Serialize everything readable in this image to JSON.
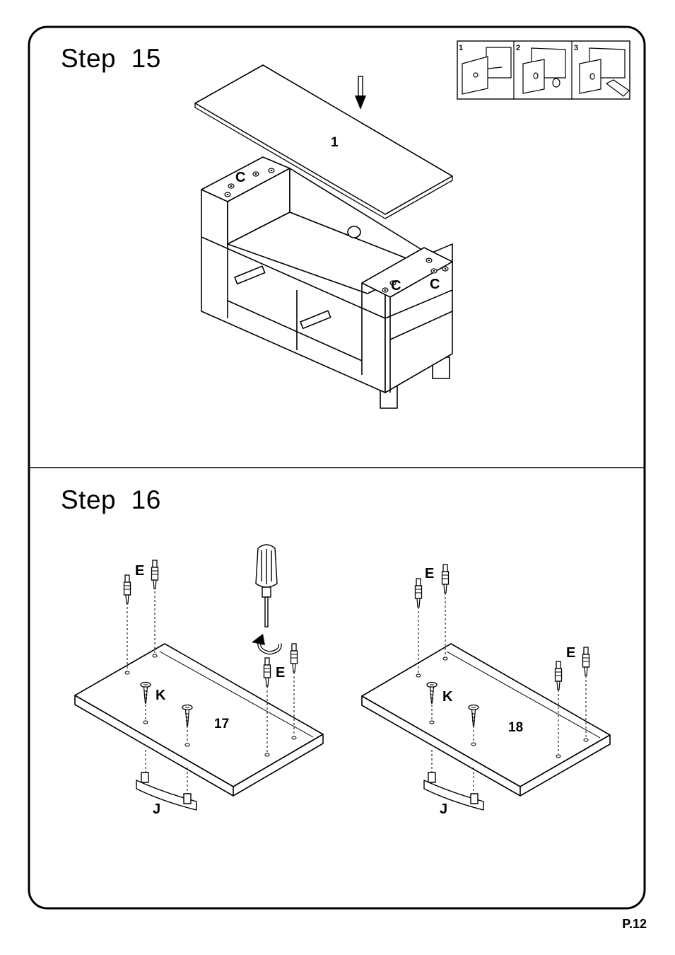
{
  "step15": {
    "title": "Step  15",
    "panel_label": "1",
    "hardware_label": "C",
    "inset_steps": [
      "1",
      "2",
      "3"
    ]
  },
  "step16": {
    "title": "Step  16",
    "boards": [
      {
        "number": "17",
        "cam_label": "E",
        "cam_label_2": "E",
        "screw_label": "K",
        "handle_label": "J"
      },
      {
        "number": "18",
        "cam_label": "E",
        "cam_label_2": "E",
        "screw_label": "K",
        "handle_label": "J"
      }
    ]
  },
  "page_number": "P.12"
}
